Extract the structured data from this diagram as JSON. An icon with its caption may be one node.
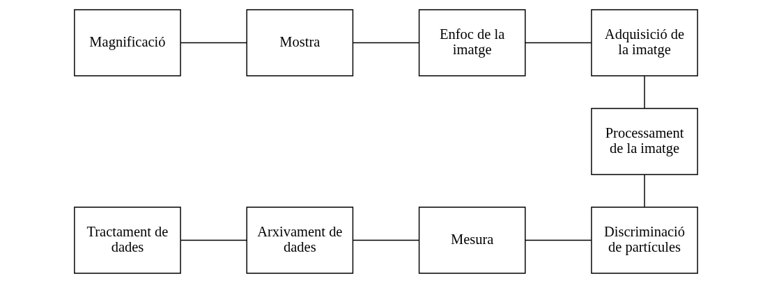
{
  "diagram": {
    "nodes": [
      {
        "text": [
          "Magnificació"
        ]
      },
      {
        "text": [
          "Mostra"
        ]
      },
      {
        "text": [
          "Enfoc de la imatge"
        ]
      },
      {
        "text": [
          "Adquisició de la imatge"
        ]
      },
      {
        "text": [
          "Processament de la imatge"
        ]
      },
      {
        "text": [
          "Tractament de dades"
        ]
      },
      {
        "text": [
          "Arxivament de dades"
        ]
      },
      {
        "text": [
          "Mesura"
        ]
      },
      {
        "text": [
          "Discriminació de partícules"
        ]
      }
    ],
    "edges": [
      {
        "from": 0,
        "to": 1,
        "arrow": "none"
      },
      {
        "from": 1,
        "to": 2,
        "arrow": "none"
      },
      {
        "from": 2,
        "to": 3,
        "arrow": "none"
      },
      {
        "from": 3,
        "to": 4,
        "arrow": "none"
      },
      {
        "from": 4,
        "to": 8,
        "arrow": "none"
      },
      {
        "from": 8,
        "to": 7,
        "arrow": "none"
      },
      {
        "from": 7,
        "to": 6,
        "arrow": "none"
      },
      {
        "from": 6,
        "to": 5,
        "arrow": "none"
      }
    ]
  }
}
